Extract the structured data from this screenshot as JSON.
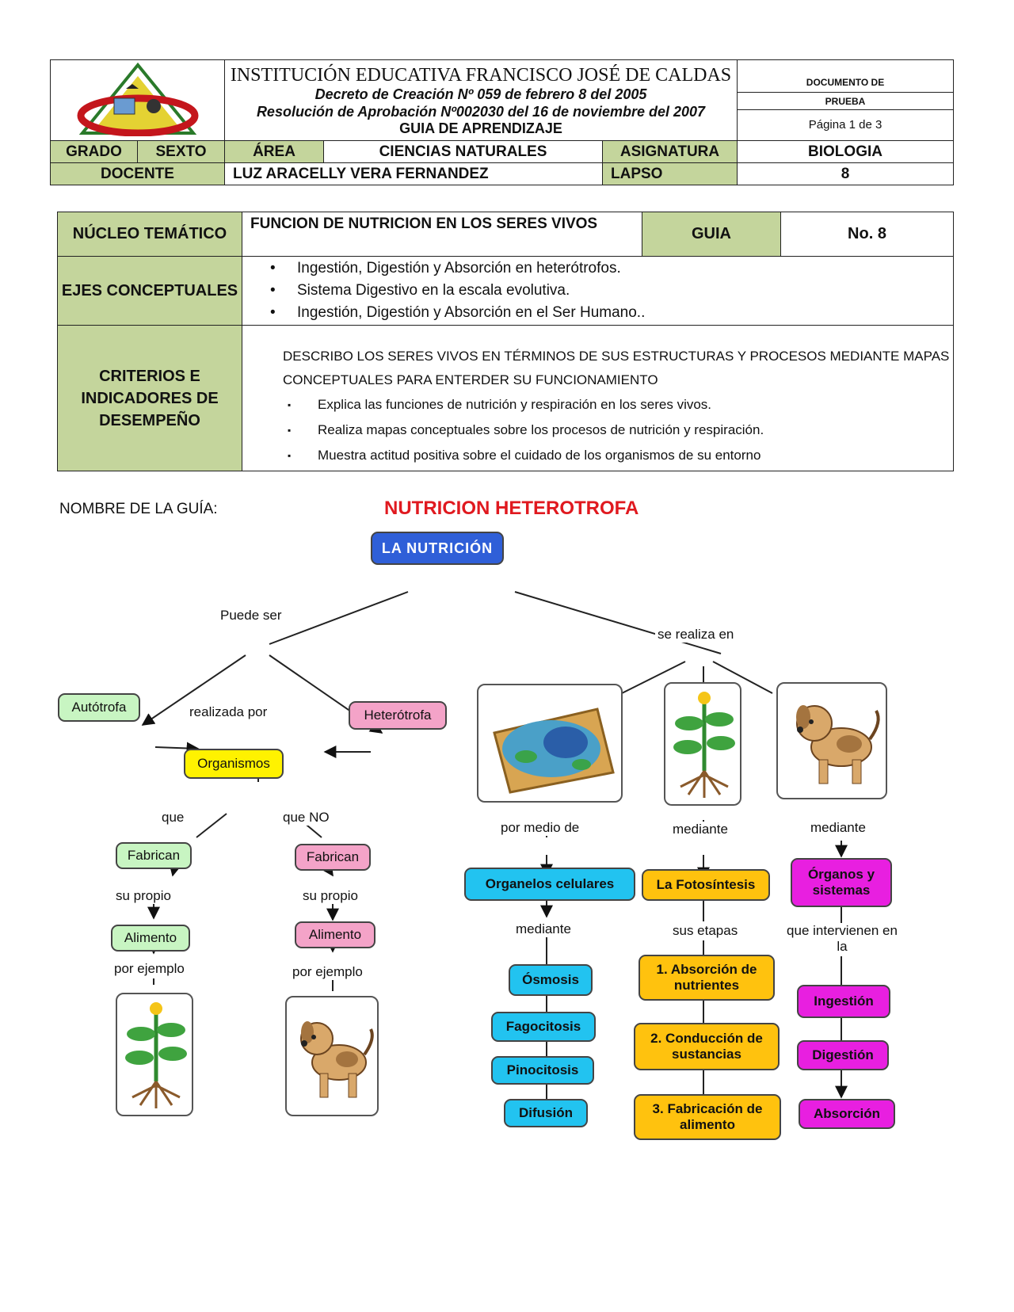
{
  "header": {
    "institution": "INSTITUCIÓN EDUCATIVA FRANCISCO JOSÉ DE CALDAS",
    "decree": "Decreto de Creación Nº 059 de febrero 8 del 2005",
    "resolution": "Resolución de Aprobación Nº002030 del 16 de noviembre del 2007",
    "guide_title": "GUIA DE APRENDIZAJE",
    "doc_type_1": "DOCUMENTO DE",
    "doc_type_2": "PRUEBA",
    "page": "Página 1 de 3",
    "grado_label": "GRADO",
    "grado_value": "SEXTO",
    "area_label": "ÁREA",
    "area_value": "CIENCIAS NATURALES",
    "asignatura_label": "ASIGNATURA",
    "asignatura_value": "BIOLOGIA",
    "docente_label": "DOCENTE",
    "docente_value": "LUZ ARACELLY VERA FERNANDEZ",
    "lapso_label": "LAPSO",
    "lapso_value": "8"
  },
  "nucleo": {
    "label": "NÚCLEO TEMÁTICO",
    "value": "FUNCION DE NUTRICION EN LOS SERES VIVOS",
    "guia_label": "GUIA",
    "guia_value": "No. 8"
  },
  "ejes": {
    "label": "EJES CONCEPTUALES",
    "items": [
      "Ingestión, Digestión y Absorción en heterótrofos.",
      "Sistema Digestivo en la escala evolutiva.",
      "Ingestión, Digestión y Absorción en el Ser Humano.."
    ]
  },
  "criterios": {
    "label_1": "CRITERIOS E",
    "label_2": "INDICADORES DE",
    "label_3": "DESEMPEÑO",
    "intro_1": "DESCRIBO LOS SERES VIVOS EN TÉRMINOS DE SUS ESTRUCTURAS Y PROCESOS MEDIANTE MAPAS",
    "intro_2": "CONCEPTUALES PARA ENTERDER SU FUNCIONAMIENTO",
    "items": [
      "Explica las funciones de nutrición y respiración en los seres vivos.",
      "Realiza mapas conceptuales sobre los procesos de nutrición y respiración.",
      "Muestra actitud positiva sobre el cuidado de los organismos de su entorno"
    ]
  },
  "guide_name": {
    "label": "NOMBRE DE LA GUÍA:",
    "value": "NUTRICION HETEROTROFA"
  },
  "map": {
    "root": "LA NUTRICIÓN",
    "puede_ser": "Puede ser",
    "se_realiza_en": "se realiza en",
    "autotrofa": "Autótrofa",
    "realizada_por": "realizada por",
    "heterotrofa": "Heterótrofa",
    "organismos": "Organismos",
    "que": "que",
    "que_no": "que NO",
    "fabrican": "Fabrican",
    "su_propio": "su propio",
    "alimento": "Alimento",
    "por_ejemplo": "por ejemplo",
    "por_medio_de": "por medio de",
    "mediante": "mediante",
    "organelos": "Organelos celulares",
    "osmosis": "Ósmosis",
    "fagocitosis": "Fagocitosis",
    "pinocitosis": "Pinocitosis",
    "difusion": "Difusión",
    "fotosintesis": "La Fotosíntesis",
    "sus_etapas": "sus etapas",
    "etapa1": "1. Absorción de nutrientes",
    "etapa2": "2. Conducción de sustancias",
    "etapa3": "3. Fabricación de alimento",
    "organos": "Órganos y sistemas",
    "que_intervienen": "que intervienen en la",
    "ingestion": "Ingestión",
    "digestion": "Digestión",
    "absorcion": "Absorción"
  },
  "colors": {
    "header_green": "#c4d59c",
    "title_red": "#e0191f",
    "root_blue": "#2f5fd8",
    "green_node": "#c8f5c2",
    "pink_node": "#f4a3c8",
    "yellow_node": "#fff200",
    "cyan_node": "#22c3f0",
    "orange_node": "#ffc20e",
    "magenta_node": "#e81fe0"
  }
}
